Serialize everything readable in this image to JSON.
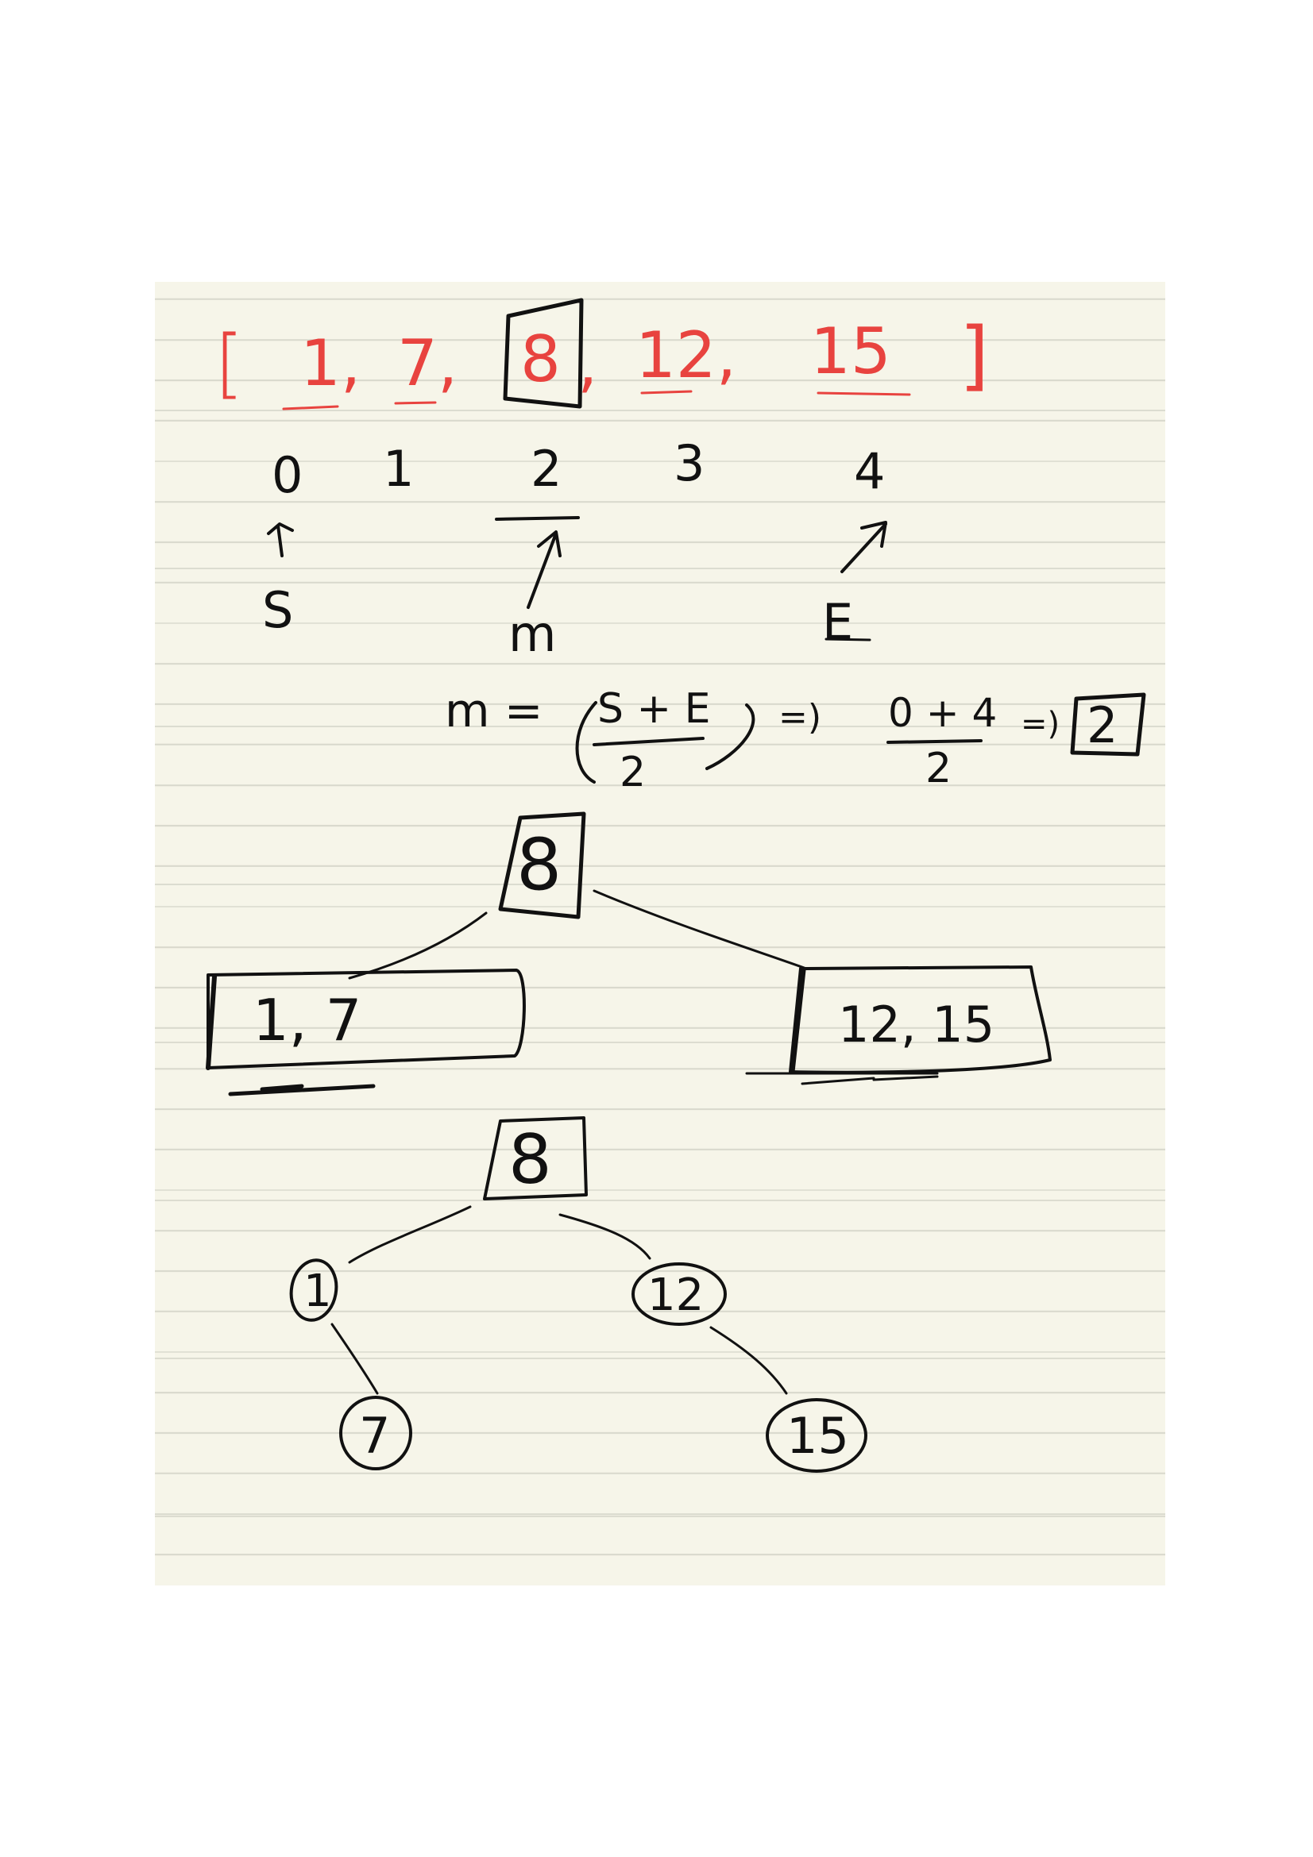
{
  "array": {
    "open_bracket": "[",
    "items": [
      "1,",
      "7,",
      "8",
      ",",
      "12,",
      "15"
    ],
    "close_bracket": "]",
    "color": "#e8433f"
  },
  "indices": [
    "0",
    "1",
    "2",
    "3",
    "4"
  ],
  "pointers": {
    "start": "S",
    "mid": "m",
    "end": "E"
  },
  "formula": {
    "lhs": "m =",
    "numerator": "S + E",
    "denominator": "2",
    "implies_1": "=)",
    "num2": "0 + 4",
    "den2": "2",
    "implies_2": "=)",
    "result": "2"
  },
  "split_tree": {
    "root": "8",
    "left": "1, 7",
    "right": "12, 15"
  },
  "bst": {
    "root": "8",
    "left": "1",
    "left_child": "7",
    "right": "12",
    "right_child": "15"
  },
  "colors": {
    "ink": "#111111",
    "red_ink": "#e8433f",
    "paper": "#f6f5e9",
    "rule": "#d9d9cd"
  }
}
